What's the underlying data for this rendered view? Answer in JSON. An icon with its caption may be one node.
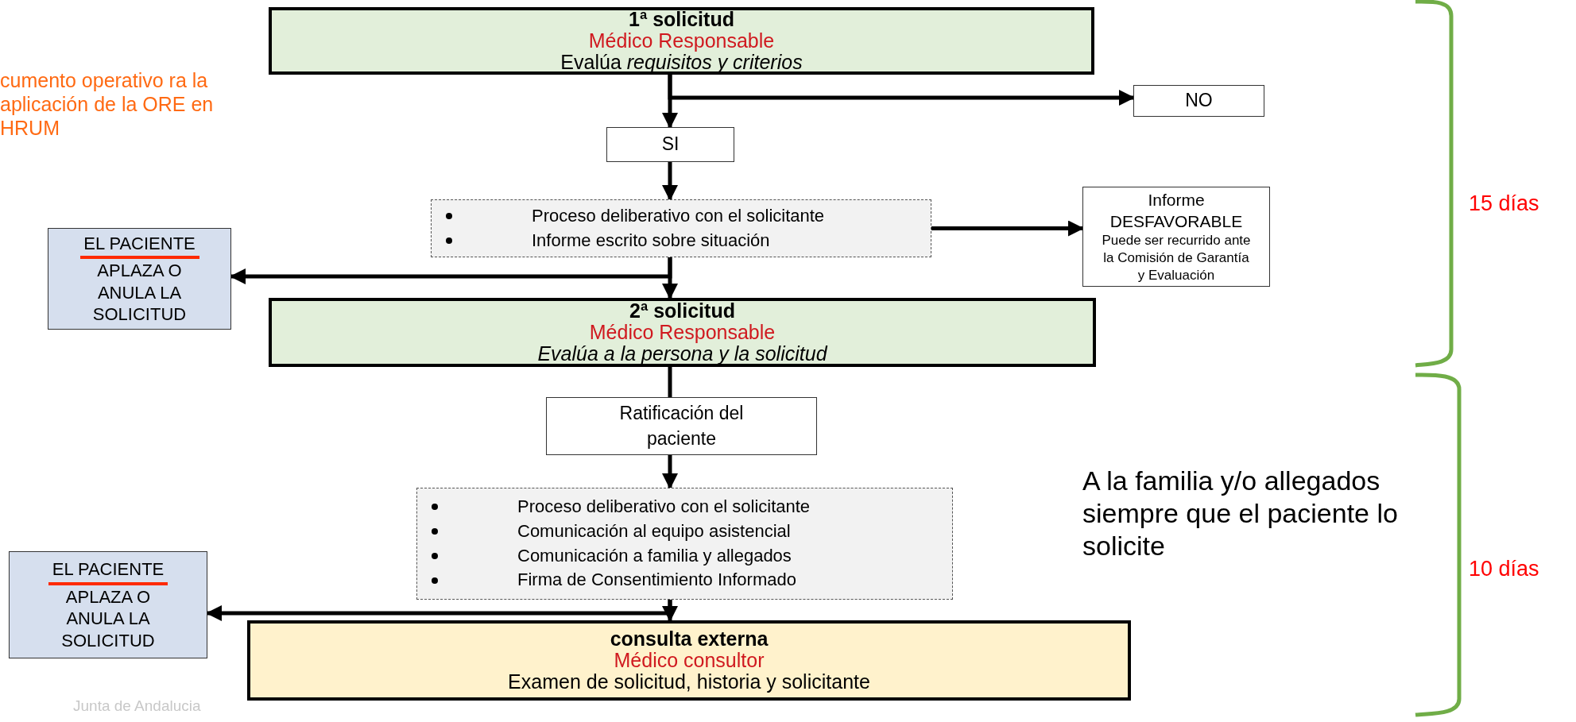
{
  "diagram": {
    "nodes": [
      {
        "text": [
          "1ª solicitud",
          "Médico Responsable",
          "Evalúa *requisitos y criterios*"
        ]
      },
      {
        "text": [
          "NO"
        ]
      },
      {
        "text": [
          "SI"
        ]
      },
      {
        "text": [
          "Proceso deliberativo con el solicitante",
          "Informe escrito sobre situación"
        ]
      },
      {
        "text": [
          "Informe DESFAVORABLE",
          "Puede ser recurrido ante la Comisión de Garantía y Evaluación"
        ]
      },
      {
        "text": [
          "EL PACIENTE",
          "APLAZA O",
          "ANULA LA SOLICITUD"
        ]
      },
      {
        "text": [
          "2ª solicitud",
          "Médico Responsable",
          "Evalúa a la persona y la solicitud"
        ]
      },
      {
        "text": [
          "Ratificación del paciente"
        ]
      },
      {
        "text": [
          "Proceso deliberativo con el solicitante",
          "Comunicación al equipo asistencial",
          "Comunicación a familia y allegados",
          "Firma de Consentimiento Informado"
        ]
      },
      {
        "text": [
          "EL PACIENTE",
          "APLAZA O",
          "ANULA LA SOLICITUD"
        ]
      },
      {
        "text": [
          "consulta externa",
          "Médico consultor",
          "Examen de solicitud, historia y solicitante"
        ]
      }
    ],
    "edges": [
      {
        "from": 0,
        "to": 2,
        "arrow": "to"
      },
      {
        "from": 0,
        "to": 1,
        "arrow": "to"
      },
      {
        "from": 2,
        "to": 3,
        "arrow": "to"
      },
      {
        "from": 3,
        "to": 4,
        "arrow": "to"
      },
      {
        "from": 3,
        "to": 6,
        "arrow": "to"
      },
      {
        "from": 3,
        "to": 5,
        "arrow": "to"
      },
      {
        "from": 6,
        "to": 7,
        "arrow": "none"
      },
      {
        "from": 7,
        "to": 8,
        "arrow": "to"
      },
      {
        "from": 8,
        "to": 10,
        "arrow": "to"
      },
      {
        "from": 8,
        "to": 9,
        "arrow": "to"
      }
    ],
    "labels": [
      "cumento operativo ra la aplicación de la ORE en HRUM",
      "15 días",
      "A la familia y/o allegados siempre que el paciente lo solicite",
      "10 días",
      "Junta de Andalucia"
    ]
  }
}
